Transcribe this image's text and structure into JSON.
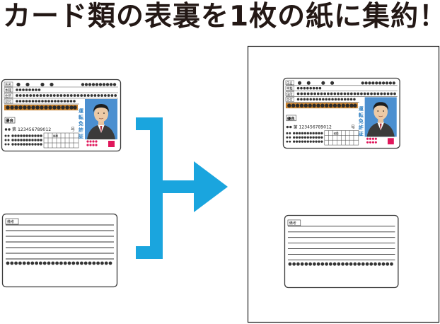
{
  "headline": "カード類の表裏を1枚の紙に集約！",
  "card_front": {
    "labels": [
      "氏名",
      "本籍",
      "住所",
      "交付"
    ],
    "badge": "優良",
    "number_prefix": "第",
    "number": "123456789012",
    "number_suffix": "号",
    "vertical_title": [
      "運",
      "転",
      "免",
      "許",
      "証"
    ],
    "small_box_label": "種類"
  },
  "card_back": {
    "label": "備考"
  },
  "colors": {
    "arrow": "#1aa5de",
    "photo_bg": "#4b8fd0",
    "orange_band": "#c8812c",
    "vertical_title": "#2f7fc1",
    "stamp": "#e0175b",
    "dots": "#333333",
    "card_border": "#3a3a3a"
  },
  "icons": {
    "arrow": "bracket-arrow-right-icon",
    "portrait": "driver-portrait-icon"
  }
}
